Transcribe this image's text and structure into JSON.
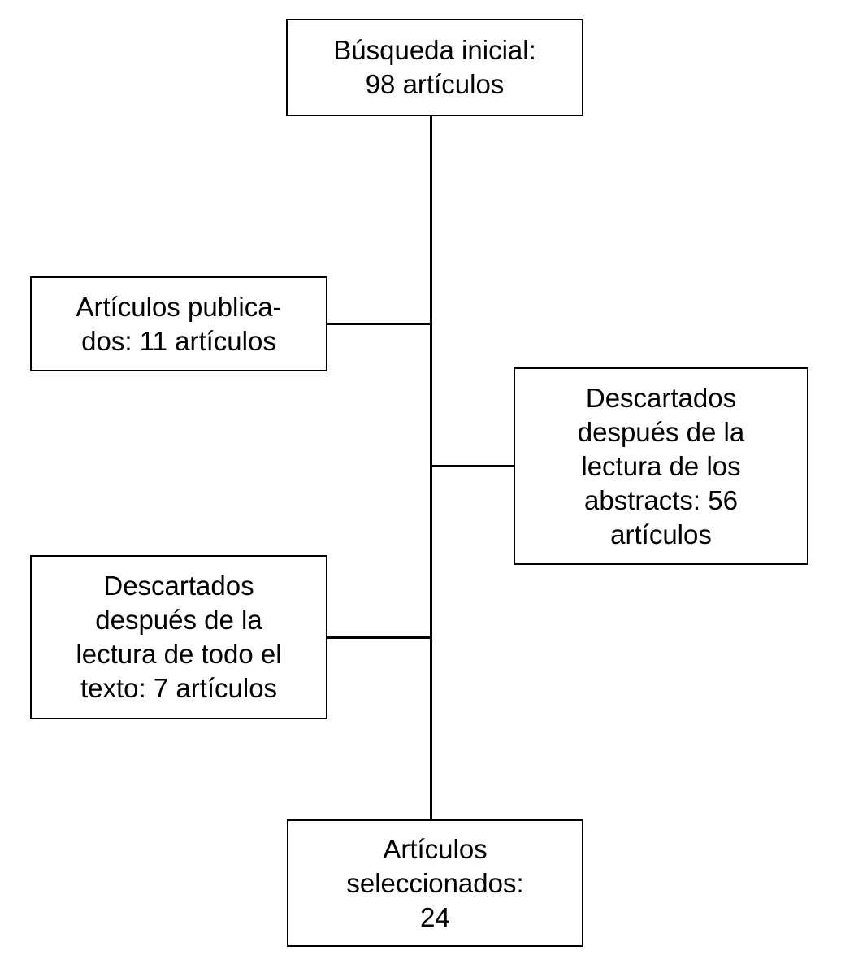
{
  "diagram": {
    "type": "flowchart",
    "language": "es",
    "colors": {
      "background": "#ffffff",
      "border": "#000000",
      "text": "#000000",
      "connector": "#000000"
    },
    "boxes": [
      {
        "id": "initial-search",
        "role": "start",
        "count": 98,
        "lines": [
          "Búsqueda inicial:",
          "98 artículos"
        ]
      },
      {
        "id": "published-articles",
        "role": "branch-left",
        "count": 11,
        "lines": [
          "Artículos publica-",
          "dos: 11 artículos"
        ]
      },
      {
        "id": "discarded-after-abstracts",
        "role": "branch-right",
        "count": 56,
        "lines": [
          "Descartados",
          "después de la",
          "lectura de los",
          "abstracts: 56",
          "artículos"
        ]
      },
      {
        "id": "discarded-after-fulltext",
        "role": "branch-left",
        "count": 7,
        "lines": [
          "Descartados",
          "después de la",
          "lectura de todo el",
          "texto: 7 artículos"
        ]
      },
      {
        "id": "selected-articles",
        "role": "end",
        "count": 24,
        "lines": [
          "Artículos",
          "seleccionados:",
          "24"
        ]
      }
    ]
  }
}
